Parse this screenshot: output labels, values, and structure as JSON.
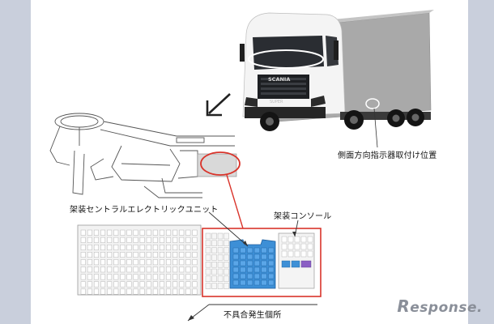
{
  "labels": {
    "side_indicator": "側面方向指示器取付け位置",
    "central_unit": "架装セントラルエレクトリックユニット",
    "console": "架装コンソール",
    "defect_location": "不具合発生個所"
  },
  "truck": {
    "brand_badge": "SCANIA",
    "grille_text": "SUPER"
  },
  "watermark": {
    "first_letter": "R",
    "rest": "esponse."
  },
  "colors": {
    "highlight_red": "#d9342b",
    "unit_blue": "#3d8fd6",
    "connector_purple": "#8a5fc4",
    "background": "#c9cfdc"
  }
}
